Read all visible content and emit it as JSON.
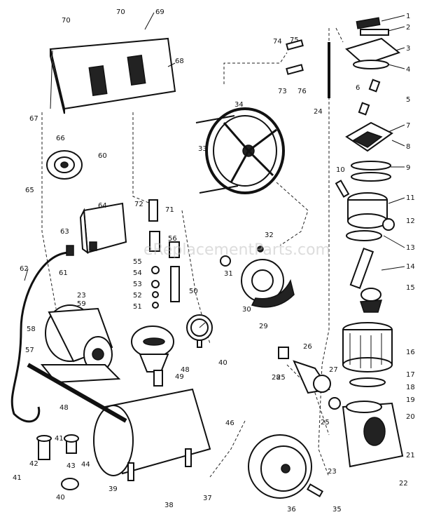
{
  "watermark": "eReplacementParts.com",
  "callouts": {
    "c1": "1",
    "c2": "2",
    "c3": "3",
    "c4": "4",
    "c5": "5",
    "c6": "6",
    "c7": "7",
    "c8": "8",
    "c9": "9",
    "c10": "10",
    "c11": "11",
    "c12": "12",
    "c13": "13",
    "c14": "14",
    "c15": "15",
    "c16": "16",
    "c17": "17",
    "c18": "18",
    "c19": "19",
    "c20": "20",
    "c21": "21",
    "c22": "22",
    "c23a": "23",
    "c23b": "23",
    "c24": "24",
    "c25a": "25",
    "c25b": "25",
    "c26": "26",
    "c27": "27",
    "c28": "28",
    "c29": "29",
    "c30": "30",
    "c31": "31",
    "c32": "32",
    "c33": "33",
    "c34": "34",
    "c35": "35",
    "c36": "36",
    "c37": "37",
    "c38": "38",
    "c39": "39",
    "c40a": "40",
    "c40b": "40",
    "c41a": "41",
    "c41b": "41",
    "c42": "42",
    "c43": "43",
    "c44": "44",
    "c46": "46",
    "c48a": "48",
    "c48b": "48",
    "c49": "49",
    "c50": "50",
    "c51": "51",
    "c52": "52",
    "c53": "53",
    "c54": "54",
    "c55": "55",
    "c56": "56",
    "c57": "57",
    "c58": "58",
    "c59": "59",
    "c60": "60",
    "c61": "61",
    "c62": "62",
    "c63": "63",
    "c64": "64",
    "c65": "65",
    "c66": "66",
    "c67": "67",
    "c68": "68",
    "c69": "69",
    "c70a": "70",
    "c70b": "70",
    "c71": "71",
    "c72": "72",
    "c73": "73",
    "c74": "74",
    "c75": "75",
    "c76": "76"
  }
}
